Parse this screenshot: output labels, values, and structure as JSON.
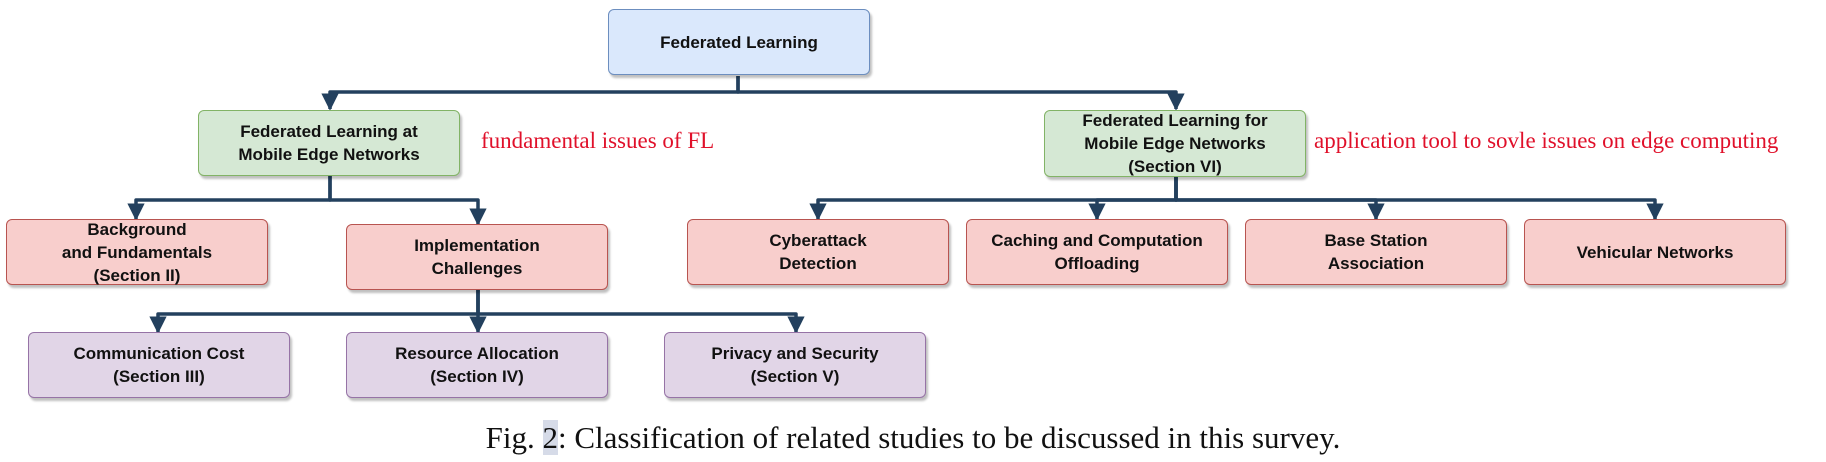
{
  "nodes": {
    "root": "Federated Learning",
    "fl_at_men": "Federated Learning at\nMobile Edge Networks",
    "fl_for_men": "Federated Learning for\nMobile Edge Networks\n(Section VI)",
    "background": "Background\nand Fundamentals\n(Section II)",
    "impl_challenges": "Implementation\nChallenges",
    "comm_cost": "Communication Cost\n(Section III)",
    "resource_alloc": "Resource Allocation\n(Section IV)",
    "privacy_security": "Privacy and Security\n(Section V)",
    "cyberattack": "Cyberattack\nDetection",
    "caching": "Caching and Computation\nOffloading",
    "base_station": "Base Station\nAssociation",
    "vehicular": "Vehicular Networks"
  },
  "notes": {
    "fundamental": "fundamental issues of FL",
    "application": "application tool to sovle issues on edge computing"
  },
  "caption": {
    "prefix": "Fig. ",
    "number": "2",
    "text": ": Classification of related studies to be discussed in this survey."
  },
  "colors": {
    "connector": "#23405e",
    "note_text": "#e0102a"
  }
}
